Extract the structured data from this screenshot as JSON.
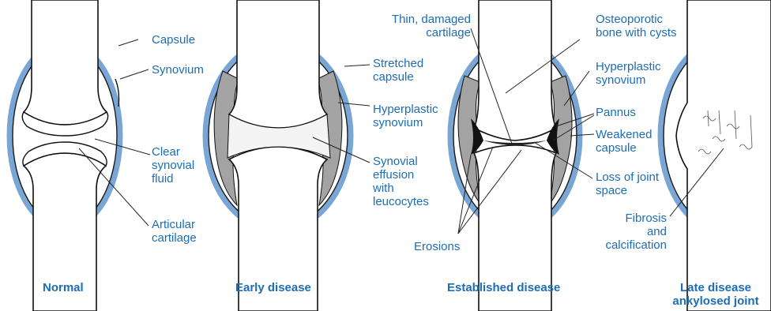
{
  "panels": {
    "normal": {
      "caption": "Normal",
      "labels": {
        "capsule": "Capsule",
        "synovium": "Synovium",
        "fluid": "Clear\nsynovial\nfluid",
        "cartilage": "Articular\ncartilage"
      }
    },
    "early": {
      "caption": "Early disease",
      "labels": {
        "stretched": "Stretched\ncapsule",
        "hyperplastic": "Hyperplastic\nsynovium",
        "effusion": "Synovial\neffusion\nwith\nleucocytes"
      }
    },
    "established": {
      "caption": "Established disease",
      "labels": {
        "thin": "Thin, damaged\ncartilage",
        "osteo": "Osteoporotic\nbone with cysts",
        "hyperplastic": "Hyperplastic\nsynovium",
        "pannus": "Pannus",
        "weakened": "Weakened\ncapsule",
        "loss": "Loss of joint\nspace",
        "erosions": "Erosions"
      }
    },
    "late": {
      "caption": "Late disease\nankylosed joint",
      "labels": {
        "fibrosis": "Fibrosis\nand\ncalcification"
      }
    }
  }
}
